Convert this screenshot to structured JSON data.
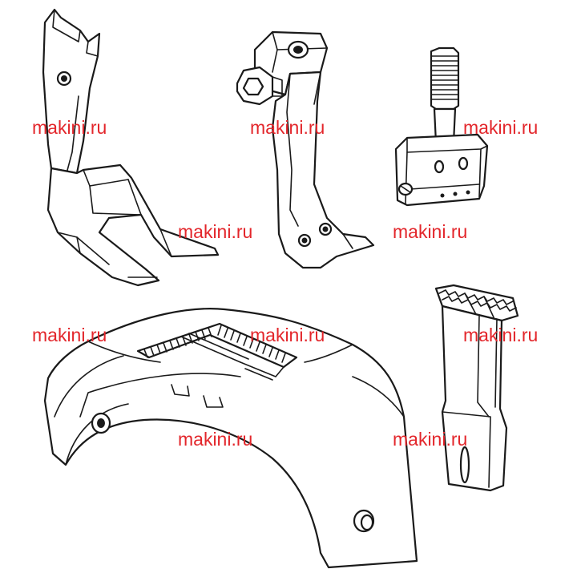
{
  "watermarks": [
    "makini.ru",
    "makini.ru",
    "makini.ru",
    "makini.ru",
    "makini.ru",
    "makini.ru",
    "makini.ru",
    "makini.ru",
    "makini.ru",
    "makini.ru"
  ],
  "colors": {
    "watermark": "#e3262b",
    "line": "#1a1a1a",
    "background": "#ffffff"
  }
}
